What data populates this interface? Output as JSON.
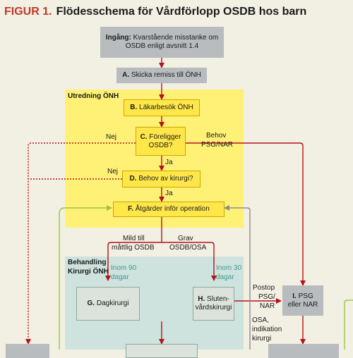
{
  "title": {
    "figure": "FIGUR 1.",
    "text": "Flödesschema för Vårdförlopp OSDB hos barn"
  },
  "regions": {
    "utredning": "Utredning ÖNH",
    "behandling_line1": "Behandling",
    "behandling_line2": "Kirurgi ÖNH"
  },
  "boxes": {
    "entry": {
      "key": "Ingång:",
      "text": "Kvarstående misstanke om",
      "line2": "OSDB enligt avsnitt 1.4"
    },
    "a": {
      "key": "A.",
      "text": "Skicka remiss till ÖNH"
    },
    "b": {
      "key": "B.",
      "text": "Läkarbesök ÖNH"
    },
    "c": {
      "key": "C.",
      "text": "Föreligger",
      "line2": "OSDB?"
    },
    "d": {
      "key": "D.",
      "text": "Behov av kirurgi?"
    },
    "f": {
      "key": "F.",
      "text": "Åtgärder inför operation"
    },
    "g": {
      "key": "G.",
      "text": "Dagkirurgi"
    },
    "h": {
      "key": "H.",
      "text": "Sluten-",
      "line2": "vårdskirurgi"
    },
    "i": {
      "key": "I.",
      "text": "PSG",
      "line2": "eller NAR"
    }
  },
  "labels": {
    "nej1": "Nej",
    "nej2": "Nej",
    "ja1": "Ja",
    "ja2": "Ja",
    "behov1": "Behov",
    "behov2": "PSG/NAR",
    "mild1": "Mild till",
    "mild2": "måttlig OSDB",
    "grav1": "Grav",
    "grav2": "OSDB/OSA",
    "inom90_1": "Inom 90",
    "inom90_2": "dagar",
    "inom30_1": "Inom 30",
    "inom30_2": "dagar",
    "postop1": "Postop",
    "postop2": "PSG/",
    "postop3": "NAR",
    "osa1": "OSA,",
    "osa2": "indikation",
    "osa3": "kirurgi"
  },
  "colors": {
    "red": "#b5121b",
    "green": "#9bc53d",
    "gray_arrow": "#8a8d8f",
    "yellow": "#ffe74a",
    "teal_region": "#cfe3de"
  }
}
